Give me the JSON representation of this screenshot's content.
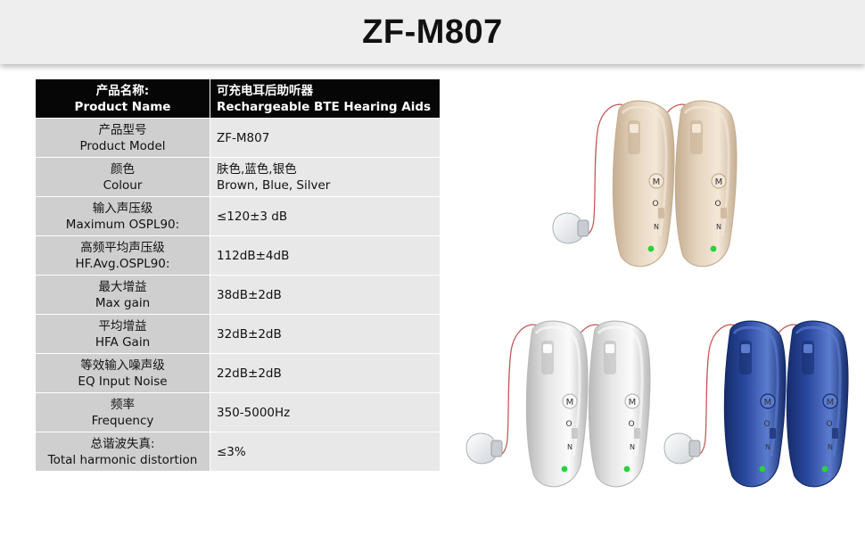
{
  "title": "ZF-M807",
  "spec_rows": [
    {
      "k_cn": "产品名称:",
      "k_en": "Product Name",
      "v1": "可充电耳后助听器",
      "v2": "Rechargeable BTE Hearing Aids"
    },
    {
      "k_cn": "产品型号",
      "k_en": "Product Model",
      "v1": "ZF-M807",
      "v2": ""
    },
    {
      "k_cn": "颜色",
      "k_en": "Colour",
      "v1": "肤色,蓝色,银色",
      "v2": "Brown, Blue, Silver"
    },
    {
      "k_cn": "输入声压级",
      "k_en": "Maximum OSPL90:",
      "v1": "≤120±3 dB",
      "v2": ""
    },
    {
      "k_cn": "高频平均声压级",
      "k_en": "HF.Avg.OSPL90:",
      "v1": "112dB±4dB",
      "v2": ""
    },
    {
      "k_cn": "最大增益",
      "k_en": "Max gain",
      "v1": "38dB±2dB",
      "v2": ""
    },
    {
      "k_cn": "平均增益",
      "k_en": "HFA Gain",
      "v1": "32dB±2dB",
      "v2": ""
    },
    {
      "k_cn": "等效输入噪声级",
      "k_en": "EQ Input Noise",
      "v1": "22dB±2dB",
      "v2": ""
    },
    {
      "k_cn": "频率",
      "k_en": "Frequency",
      "v1": "350-5000Hz",
      "v2": ""
    },
    {
      "k_cn": "总谐波失真:",
      "k_en": "Total harmonic distortion",
      "v1": "≤3%",
      "v2": ""
    }
  ],
  "devices": [
    {
      "color_name": "beige",
      "body": "#e4d3bd",
      "body_dark": "#c5ae92",
      "body_light": "#f4e8d8"
    },
    {
      "color_name": "silver",
      "body": "#e6e6e6",
      "body_dark": "#b9b9b9",
      "body_light": "#fbfbfb"
    },
    {
      "color_name": "blue",
      "body": "#2b4aa0",
      "body_dark": "#152c6b",
      "body_light": "#5c7cd0"
    }
  ],
  "led_color": "#27d23a",
  "button_labels": {
    "m": "M",
    "o": "O",
    "n": "N"
  }
}
